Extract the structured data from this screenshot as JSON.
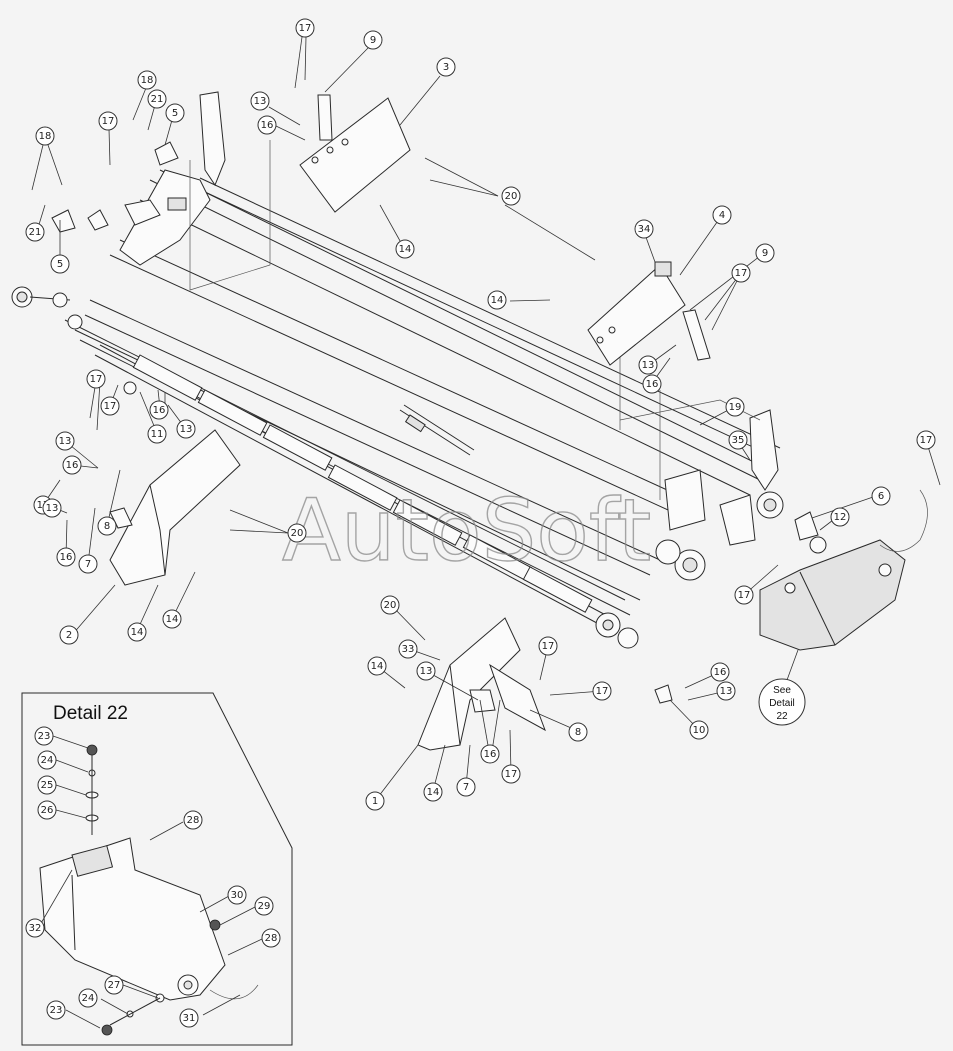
{
  "watermark": "AutoSoft",
  "detail_title": "Detail 22",
  "see_detail": [
    "See",
    "Detail",
    "22"
  ],
  "callouts": [
    {
      "id": "c17-a",
      "label": "17"
    },
    {
      "id": "c9-a",
      "label": "9"
    },
    {
      "id": "c3",
      "label": "3"
    },
    {
      "id": "c13-a",
      "label": "13"
    },
    {
      "id": "c16-a",
      "label": "16"
    },
    {
      "id": "c18-a",
      "label": "18"
    },
    {
      "id": "c21-a",
      "label": "21"
    },
    {
      "id": "c5-a",
      "label": "5"
    },
    {
      "id": "c17-b",
      "label": "17"
    },
    {
      "id": "c18-b",
      "label": "18"
    },
    {
      "id": "c21-b",
      "label": "21"
    },
    {
      "id": "c5-b",
      "label": "5"
    },
    {
      "id": "c20-a",
      "label": "20"
    },
    {
      "id": "c14-a",
      "label": "14"
    },
    {
      "id": "c34",
      "label": "34"
    },
    {
      "id": "c4",
      "label": "4"
    },
    {
      "id": "c9-b",
      "label": "9"
    },
    {
      "id": "c17-c",
      "label": "17"
    },
    {
      "id": "c14-b",
      "label": "14"
    },
    {
      "id": "c13-b",
      "label": "13"
    },
    {
      "id": "c16-b",
      "label": "16"
    },
    {
      "id": "c19",
      "label": "19"
    },
    {
      "id": "c35",
      "label": "35"
    },
    {
      "id": "c17-d",
      "label": "17"
    },
    {
      "id": "c6",
      "label": "6"
    },
    {
      "id": "c12",
      "label": "12"
    },
    {
      "id": "c17-e",
      "label": "17"
    },
    {
      "id": "c17-f",
      "label": "17"
    },
    {
      "id": "c17-g",
      "label": "17"
    },
    {
      "id": "c16-c",
      "label": "16"
    },
    {
      "id": "c13-c",
      "label": "13"
    },
    {
      "id": "c11",
      "label": "11"
    },
    {
      "id": "c13-d",
      "label": "13"
    },
    {
      "id": "c13-e",
      "label": "13"
    },
    {
      "id": "c16-d",
      "label": "16"
    },
    {
      "id": "c17-h",
      "label": "17"
    },
    {
      "id": "c8-a",
      "label": "8"
    },
    {
      "id": "c13-f",
      "label": "13"
    },
    {
      "id": "c16-e",
      "label": "16"
    },
    {
      "id": "c7-a",
      "label": "7"
    },
    {
      "id": "c20-b",
      "label": "20"
    },
    {
      "id": "c2",
      "label": "2"
    },
    {
      "id": "c14-c",
      "label": "14"
    },
    {
      "id": "c14-d",
      "label": "14"
    },
    {
      "id": "c20-c",
      "label": "20"
    },
    {
      "id": "c33",
      "label": "33"
    },
    {
      "id": "c17-i",
      "label": "17"
    },
    {
      "id": "c14-e",
      "label": "14"
    },
    {
      "id": "c13-g",
      "label": "13"
    },
    {
      "id": "c17-j",
      "label": "17"
    },
    {
      "id": "c16-f",
      "label": "16"
    },
    {
      "id": "c13-h",
      "label": "13"
    },
    {
      "id": "c10",
      "label": "10"
    },
    {
      "id": "c8-b",
      "label": "8"
    },
    {
      "id": "c16-g",
      "label": "16"
    },
    {
      "id": "c17-k",
      "label": "17"
    },
    {
      "id": "c1",
      "label": "1"
    },
    {
      "id": "c14-f",
      "label": "14"
    },
    {
      "id": "c7-b",
      "label": "7"
    },
    {
      "id": "c23-a",
      "label": "23"
    },
    {
      "id": "c24-a",
      "label": "24"
    },
    {
      "id": "c25",
      "label": "25"
    },
    {
      "id": "c26",
      "label": "26"
    },
    {
      "id": "c28-a",
      "label": "28"
    },
    {
      "id": "c32",
      "label": "32"
    },
    {
      "id": "c30",
      "label": "30"
    },
    {
      "id": "c29",
      "label": "29"
    },
    {
      "id": "c28-b",
      "label": "28"
    },
    {
      "id": "c27",
      "label": "27"
    },
    {
      "id": "c24-b",
      "label": "24"
    },
    {
      "id": "c23-b",
      "label": "23"
    },
    {
      "id": "c31",
      "label": "31"
    }
  ]
}
